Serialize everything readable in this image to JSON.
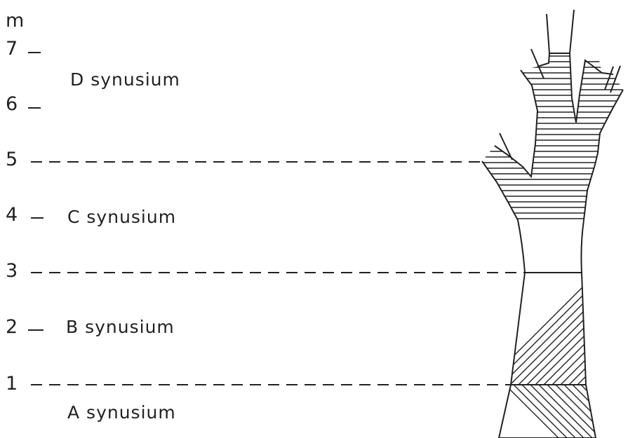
{
  "scale": {
    "unit": "m",
    "ticks": [
      "1",
      "2",
      "3",
      "4",
      "5",
      "6",
      "7"
    ]
  },
  "synusia": [
    {
      "label": "A synusium"
    },
    {
      "label": "B synusium"
    },
    {
      "label": "C synusium"
    },
    {
      "label": "D synusium"
    }
  ],
  "colors": {
    "ink": "#222222",
    "background": "#ffffff"
  }
}
